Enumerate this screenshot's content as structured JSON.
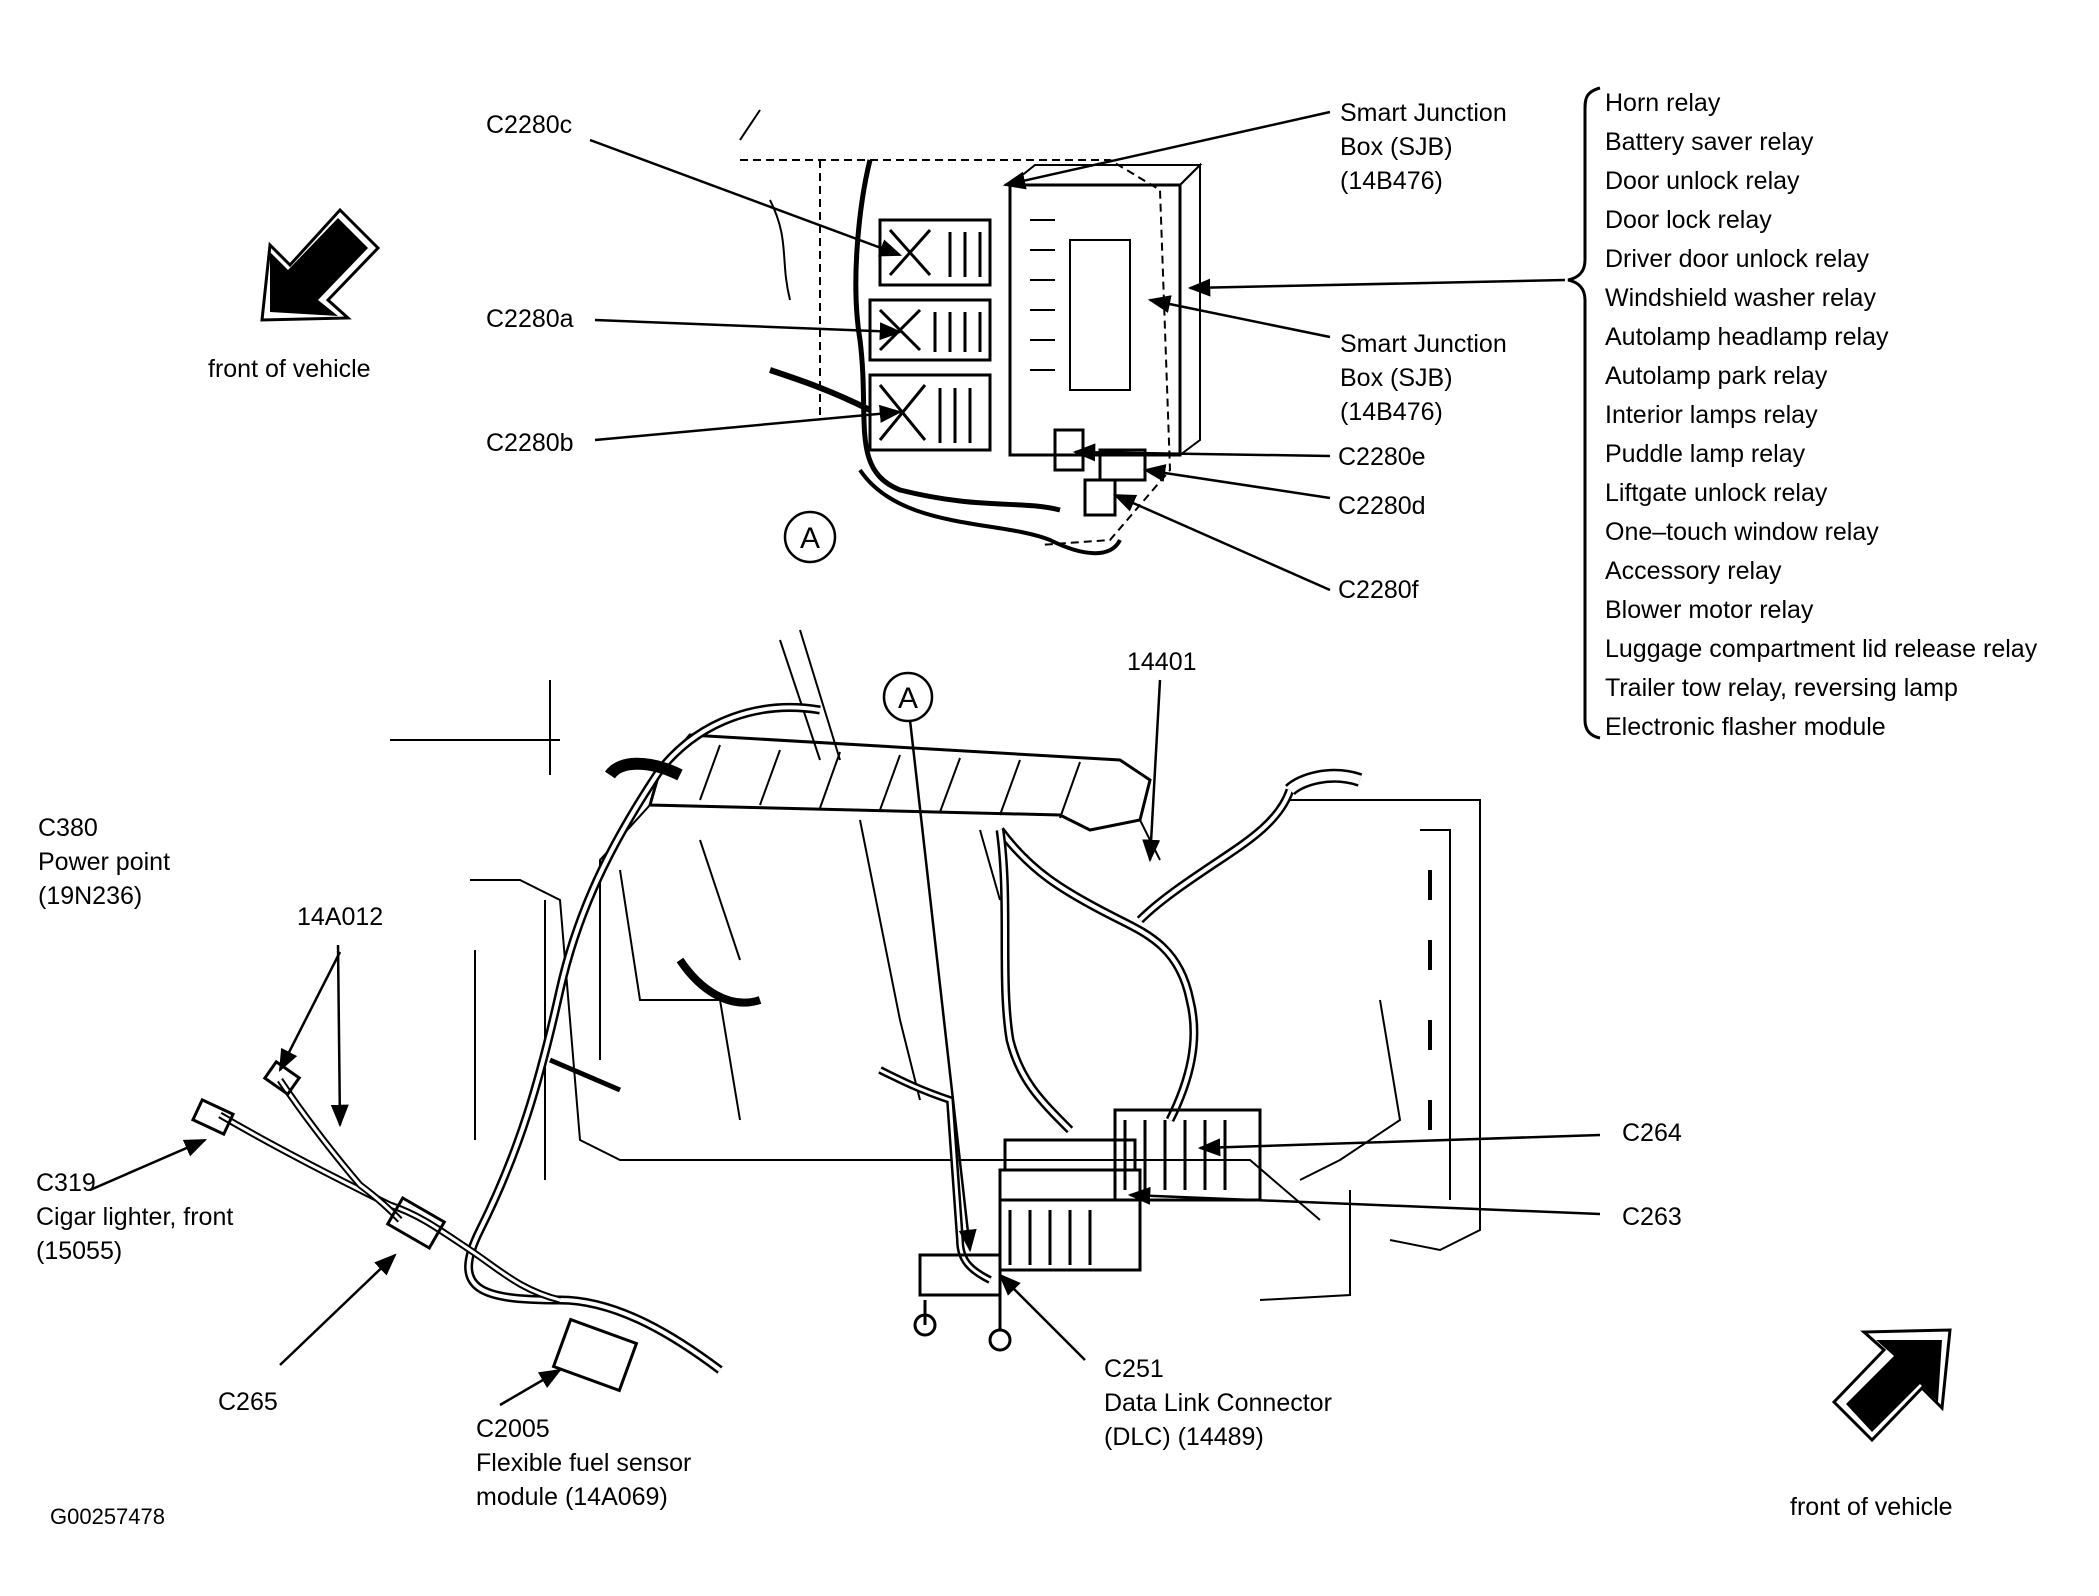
{
  "figure_id": "G00257478",
  "callout_letter": "A",
  "front_of_vehicle": "front of vehicle",
  "sjb": {
    "label_top": [
      "Smart Junction",
      "Box (SJB)",
      "(14B476)"
    ],
    "label_mid": [
      "Smart Junction",
      "Box (SJB)",
      "(14B476)"
    ]
  },
  "connectors_top": {
    "c2280c": "C2280c",
    "c2280a": "C2280a",
    "c2280b": "C2280b",
    "c2280e": "C2280e",
    "c2280d": "C2280d",
    "c2280f": "C2280f"
  },
  "relays": [
    "Horn relay",
    "Battery saver relay",
    "Door unlock relay",
    "Door lock relay",
    "Driver door unlock relay",
    "Windshield washer relay",
    "Autolamp headlamp relay",
    "Autolamp park relay",
    "Interior lamps relay",
    "Puddle lamp relay",
    "Liftgate unlock relay",
    "One–touch window relay",
    "Accessory relay",
    "Blower motor relay",
    "Luggage compartment lid release relay",
    "Trailer tow relay, reversing lamp",
    "Electronic flasher module"
  ],
  "bottom": {
    "harness_14401": "14401",
    "harness_14a012": "14A012",
    "c380": [
      "C380",
      "Power point",
      "(19N236)"
    ],
    "c319": [
      "C319",
      "Cigar lighter, front",
      "(15055)"
    ],
    "c265": "C265",
    "c2005": [
      "C2005",
      "Flexible fuel sensor",
      "module (14A069)"
    ],
    "c251": [
      "C251",
      "Data Link Connector",
      "(DLC) (14489)"
    ],
    "c264": "C264",
    "c263": "C263"
  }
}
